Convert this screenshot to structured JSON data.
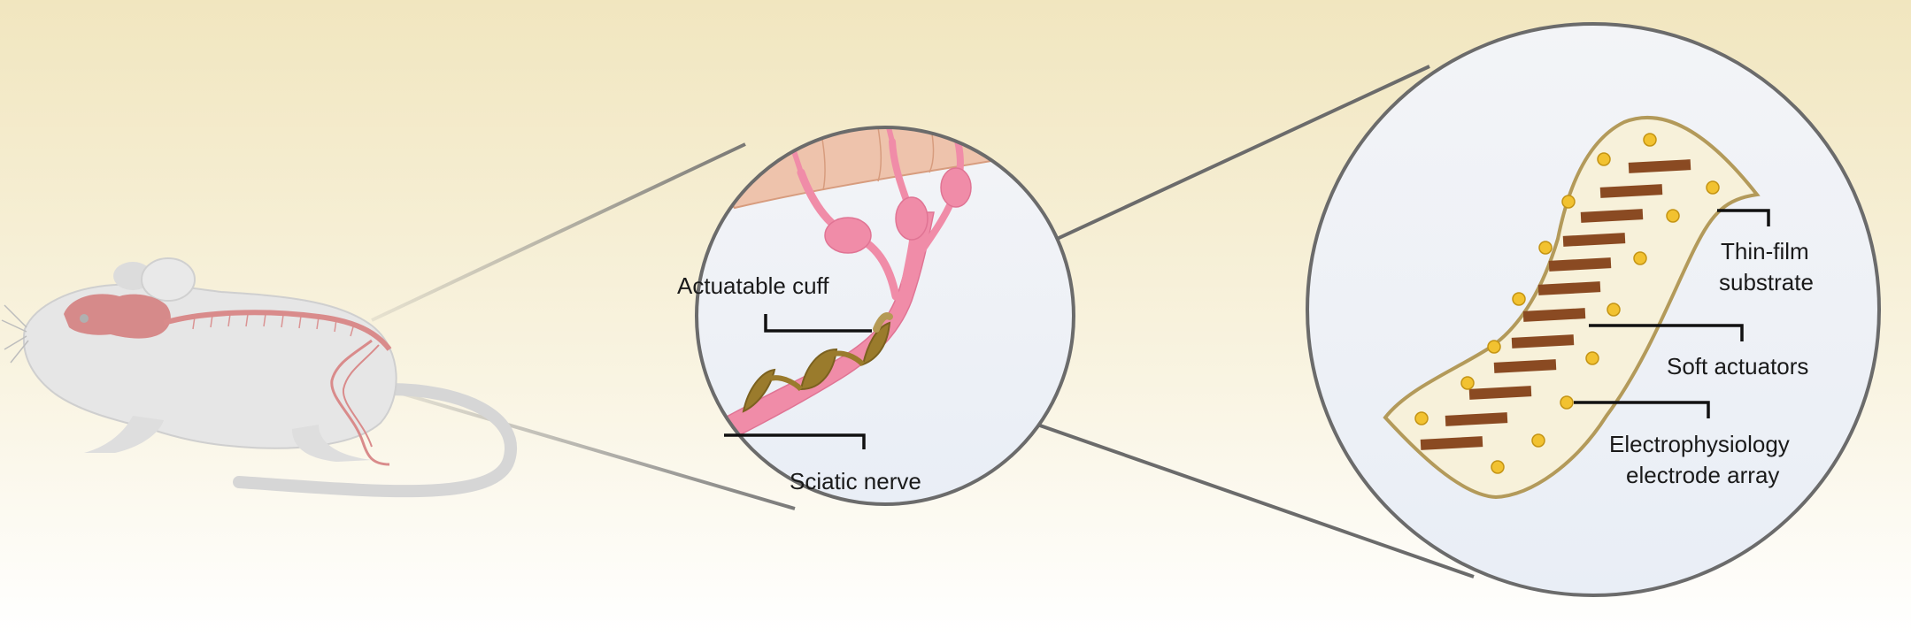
{
  "colors": {
    "background_top": "#f3e8c2",
    "background_bottom": "#ffffff",
    "circle_fill": "#eef1f6",
    "circle_border": "#6b6b6b",
    "nerve": "#f08ca8",
    "cuff": "#9a7b2c",
    "substrate": "#f7f1da",
    "substrate_border": "#b39a5a",
    "actuator": "#8a4a22",
    "electrode": "#f2c230",
    "mouse_body": "#e6e6e6",
    "nervous_system": "#d98b8b"
  },
  "icons": {
    "mouse": "mouse-illustration-icon",
    "nerve": "sciatic-nerve-icon",
    "cuff": "actuatable-cuff-icon",
    "device": "thin-film-device-icon"
  },
  "labels": {
    "actuatable_cuff": "Actuatable cuff",
    "sciatic_nerve": "Sciatic nerve",
    "thin_film_line1": "Thin-film",
    "thin_film_line2": "substrate",
    "soft_actuators": "Soft actuators",
    "electrode_line1": "Electrophysiology",
    "electrode_line2": "electrode array"
  }
}
